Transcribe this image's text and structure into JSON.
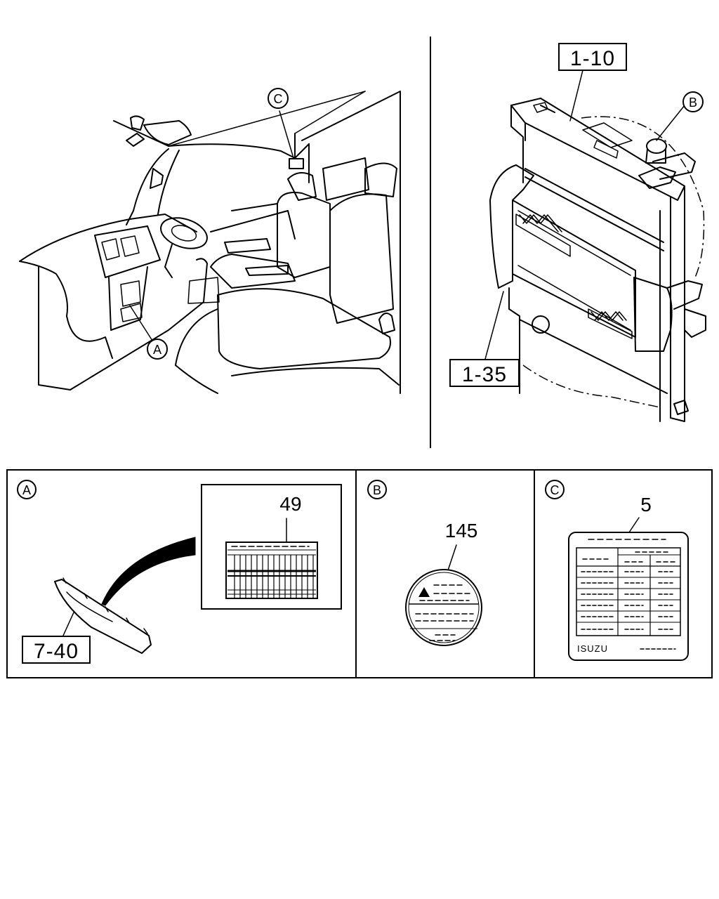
{
  "callouts": {
    "radiator_upper": "1-10",
    "radiator_lower": "1-35",
    "panel_part": "7-40"
  },
  "markers": {
    "a": "A",
    "b": "B",
    "c": "C"
  },
  "part_numbers": {
    "label_a": "49",
    "label_b": "145",
    "label_c": "5"
  },
  "label_c_text": {
    "brand": "ISUZU"
  },
  "icons": {
    "warning": "warning-triangle-icon"
  }
}
